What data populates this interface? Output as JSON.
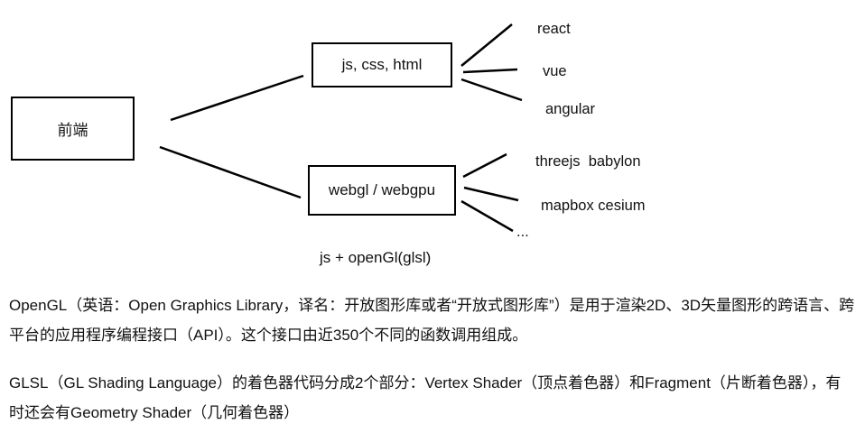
{
  "diagram": {
    "root": {
      "label": "前端"
    },
    "level2": [
      {
        "label": "js, css, html"
      },
      {
        "label": "webgl / webgpu"
      }
    ],
    "web_children": [
      "react",
      "vue",
      "angular"
    ],
    "gl_children": [
      "threejs  babylon",
      "mapbox cesium",
      "..."
    ],
    "gl_caption": "js + openGl(glsl)"
  },
  "notes": {
    "p1": "OpenGL（英语：Open Graphics Library，译名：开放图形库或者“开放式图形库”）是用于渲染2D、3D矢量图形的跨语言、跨平台的应用程序编程接口（API）。这个接口由近350个不同的函数调用组成。",
    "p2": "GLSL（GL Shading Language）的着色器代码分成2个部分：Vertex Shader（顶点着色器）和Fragment（片断着色器），有时还会有Geometry Shader（几何着色器）"
  }
}
